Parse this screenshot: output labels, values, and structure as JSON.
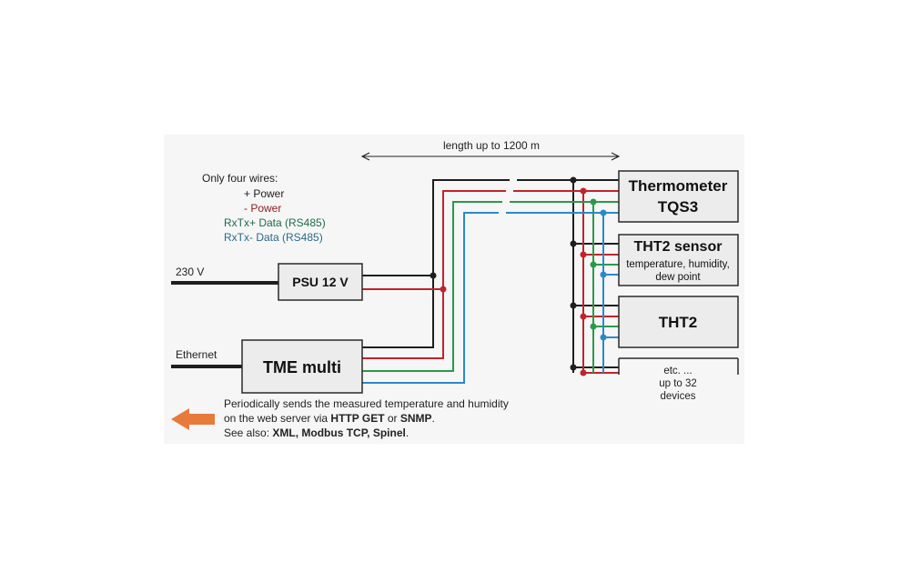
{
  "span_label": "length up to 1200 m",
  "wires_heading": "Only four wires:",
  "wires": [
    {
      "label": "+ Power",
      "color": "#222222"
    },
    {
      "label": "- Power",
      "color": "#8b2020"
    },
    {
      "label": "RxTx+ Data (RS485)",
      "color": "#1f6b4a"
    },
    {
      "label": "RxTx- Data (RS485)",
      "color": "#2a6a8a"
    }
  ],
  "inputs": {
    "power": "230 V",
    "network": "Ethernet"
  },
  "psu_label": "PSU 12 V",
  "controller_label": "TME multi",
  "devices": {
    "thermometer": {
      "line1": "Thermometer",
      "line2": "TQS3"
    },
    "sensor": {
      "title": "THT2 sensor",
      "desc1": "temperature, humidity,",
      "desc2": "dew point"
    },
    "tht2": {
      "title": "THT2"
    },
    "more": {
      "line1": "etc. ...",
      "line2": "up to 32",
      "line3": "devices"
    }
  },
  "note": {
    "line1": "Periodically sends the measured temperature and humidity",
    "line2_pre": "on the web server via ",
    "line2_b1": "HTTP GET",
    "line2_mid": " or ",
    "line2_b2": "SNMP",
    "line2_end": ".",
    "line3_pre": "See also: ",
    "line3_b": "XML, Modbus TCP, Spinel",
    "line3_end": "."
  },
  "colors": {
    "wire_black": "#1e1e1e",
    "wire_red": "#c0242b",
    "wire_green": "#2a9a4a",
    "wire_blue": "#2a8ac8",
    "box_fill": "#ececec",
    "box_border": "#2a2a2a",
    "background_panel": "#f6f6f6",
    "arrow_orange": "#e87a3c"
  }
}
